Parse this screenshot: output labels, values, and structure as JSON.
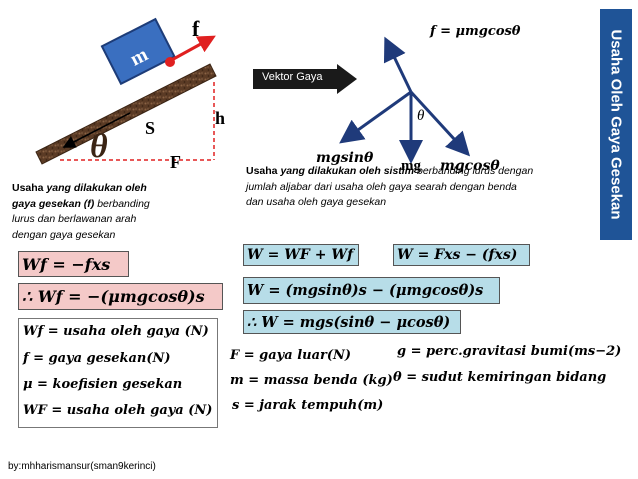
{
  "sidebar": {
    "title": "Usaha Oleh Gaya Gesekan"
  },
  "diagram1": {
    "block_label": "m",
    "f_label": "f",
    "h_label": "h",
    "s_label": "S",
    "F_label": "F",
    "theta_label": "θ"
  },
  "vector_button": {
    "label": "Vektor Gaya"
  },
  "diagram2": {
    "top_label": "f = μmgcosθ",
    "theta_label": "θ",
    "left_label": "mgsinθ",
    "mg_label": "mg",
    "right_label": "mgcosθ"
  },
  "text_left": {
    "line1_a": "Usaha ",
    "line1_b": "yang dilakukan oleh",
    "line2_a": "gaya gesekan (f) ",
    "line2_b": "berbanding",
    "line3": "lurus dan berlawanan arah",
    "line4": "dengan gaya gesekan"
  },
  "text_right": {
    "line1_a": "Usaha ",
    "line1_b": "yang dilakukan oleh sistim ",
    "line1_c": "berbanding lurus dengan",
    "line2": "jumlah aljabar dari  usaha oleh gaya searah dengan benda",
    "line3": "dan usaha oleh gaya gesekan"
  },
  "equations": {
    "wf_main": "Wf = −fxs",
    "wf_result": "∴ Wf = −(μmgcosθ)s",
    "w_sum": "W = WF + Wf",
    "w_fxs": "W = Fxs − (fxs)",
    "w_expand": "W = (mgsinθ)s − (μmgcosθ)s",
    "w_final": "∴ W = mgs(sinθ − μcosθ)"
  },
  "legend_left": [
    "Wf = usaha oleh gaya (N)",
    "f =  gaya gesekan(N)",
    "μ = koefisien gesekan",
    "WF = usaha oleh gaya (N)"
  ],
  "legend_mid": [
    "F = gaya luar(N)",
    "m = massa benda (kg)",
    "s = jarak tempuh(m)"
  ],
  "legend_right": [
    "g = perc.gravitasi bumi(ms−2)",
    "θ = sudut kemiringan bidang"
  ],
  "footer": {
    "credit": "by:mhharismansur(sman9kerinci)"
  },
  "colors": {
    "sidebar": "#1f5497",
    "block": "#3a6fc0",
    "force_arrow": "#e02020",
    "vector_arrows": "#1f3a7a",
    "pink_box": "#f4c9c8",
    "blue_box": "#b7dde8"
  }
}
